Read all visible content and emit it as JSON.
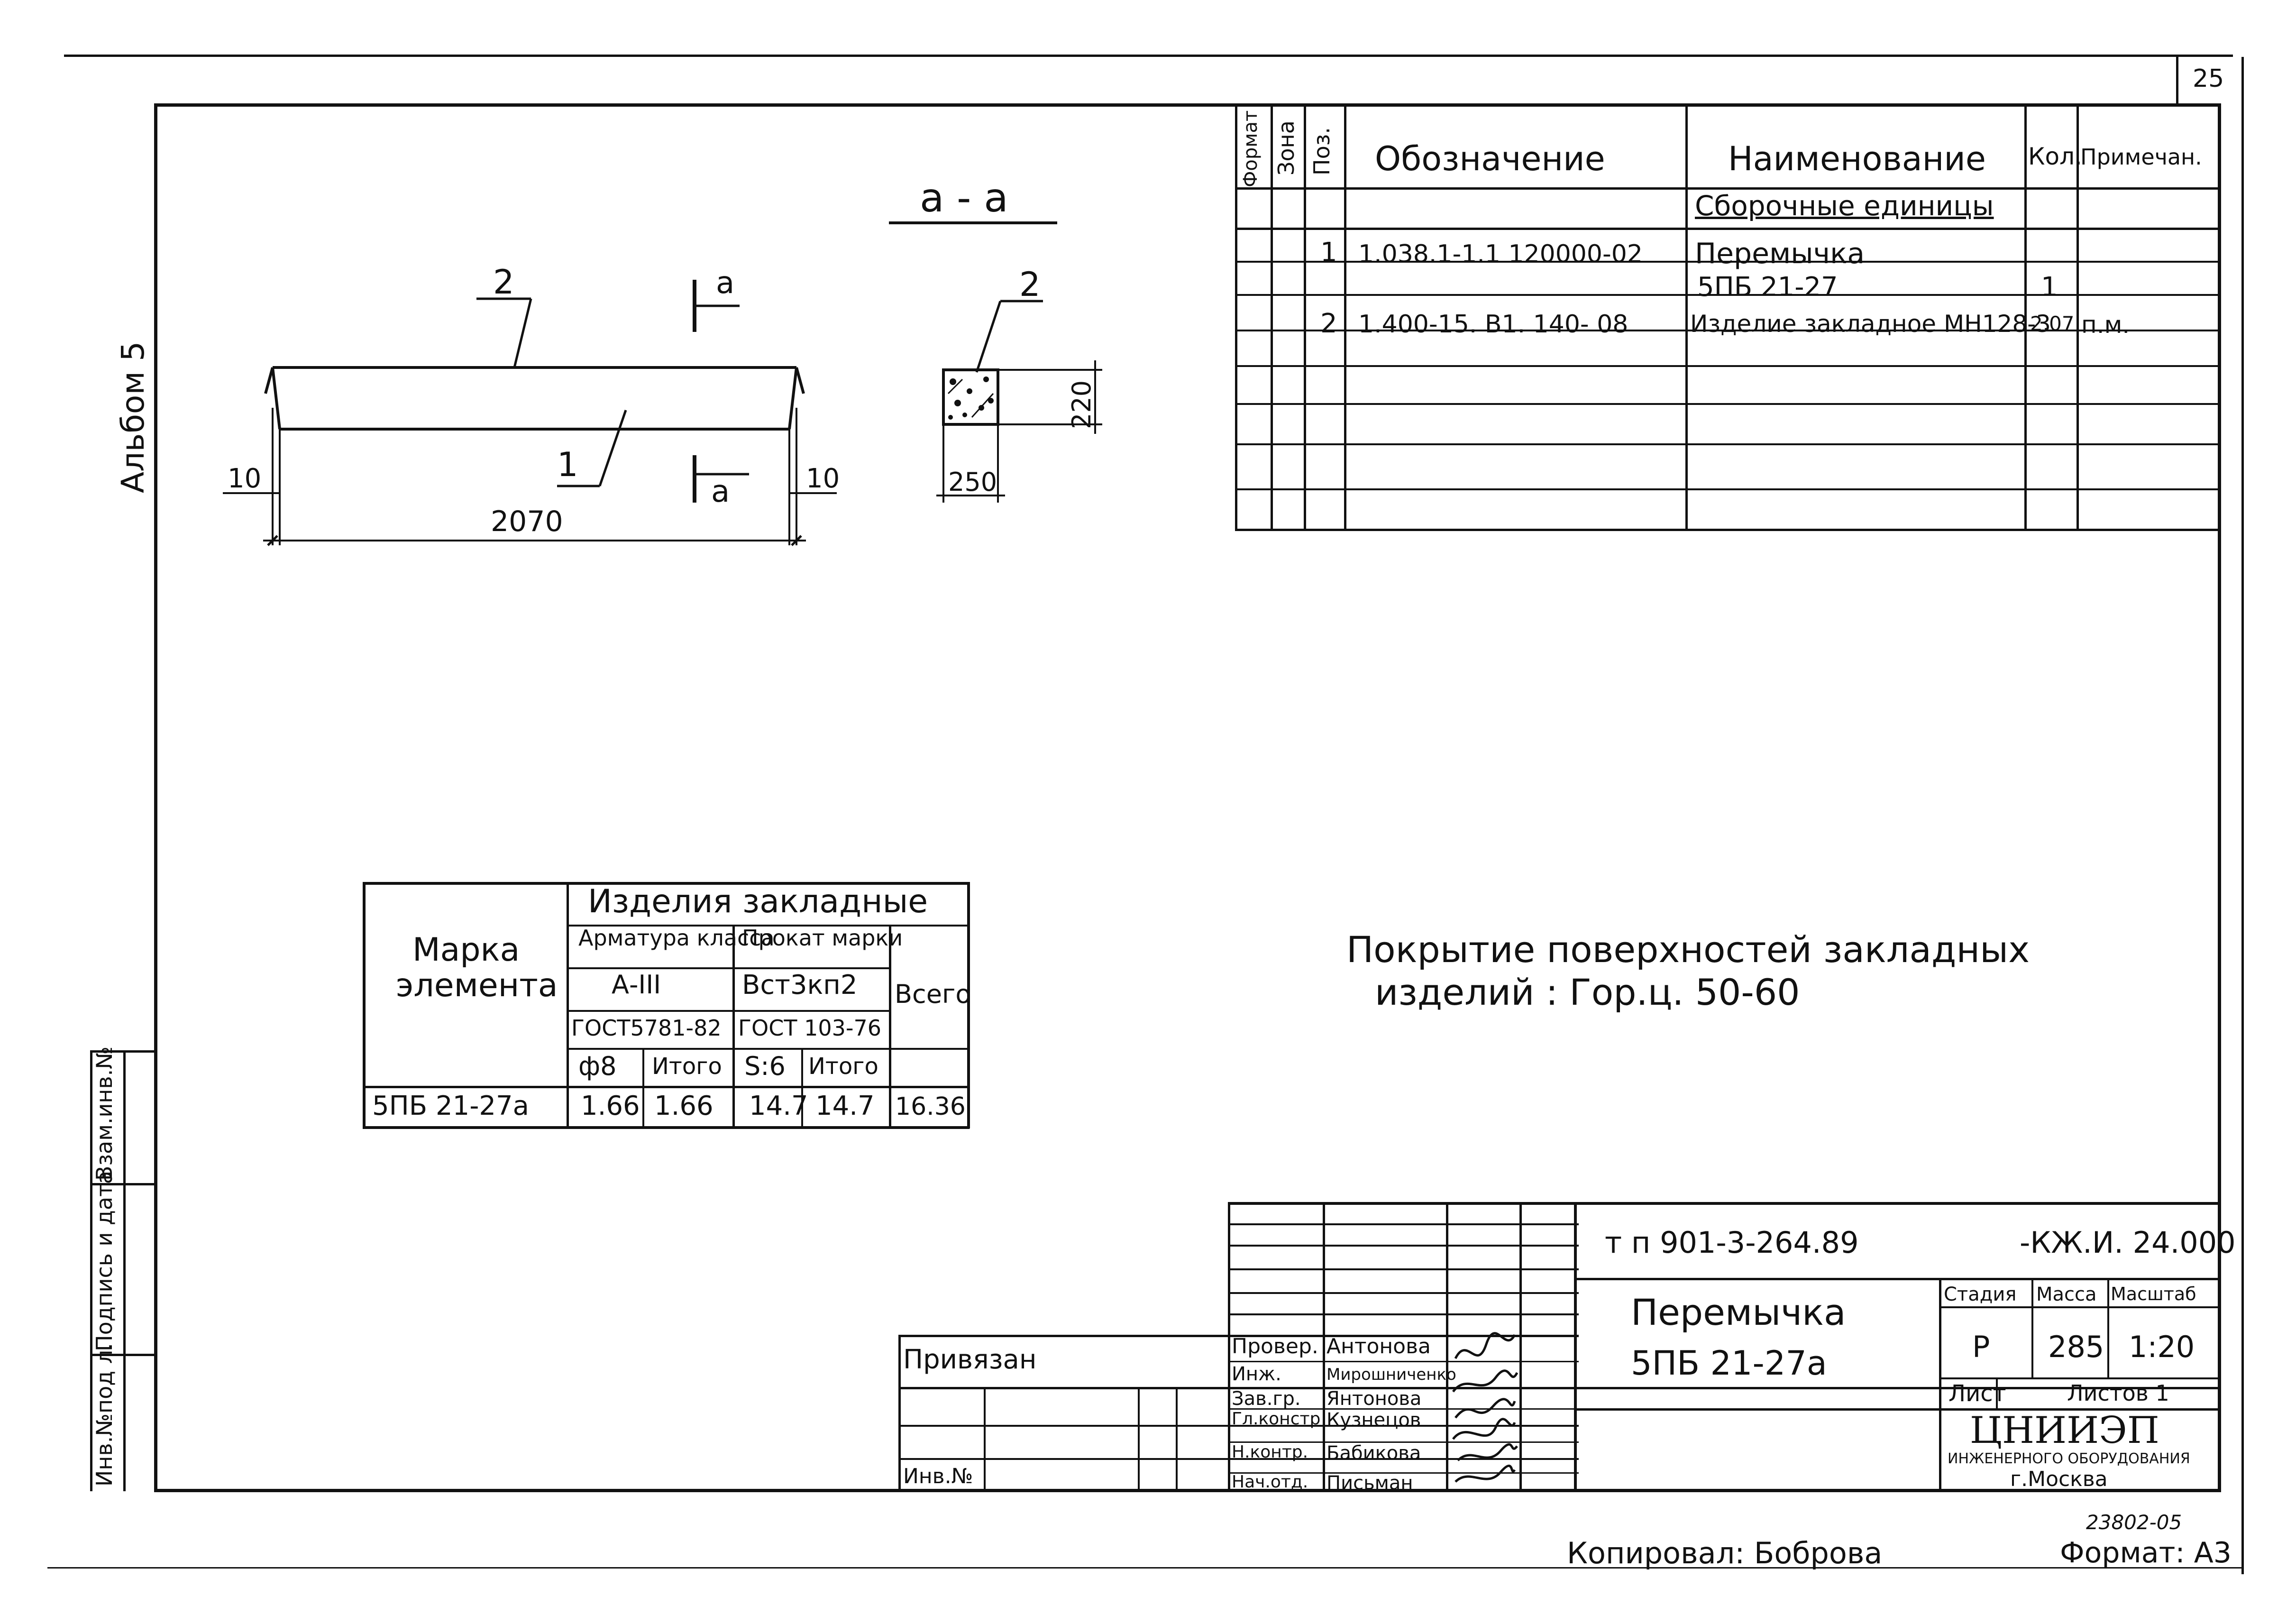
{
  "page_number": "25",
  "album_label": "Альбом 5",
  "section_label": "а - а",
  "drawing": {
    "callout_1": "1",
    "callout_2": "2",
    "callout_2_section": "2",
    "cut_letter_top": "а",
    "cut_letter_bottom": "а",
    "dim_left": "10",
    "dim_right": "10",
    "dim_length": "2070",
    "dim_height": "220",
    "dim_width": "250"
  },
  "spec_table": {
    "headers": [
      "Формат",
      "Зона",
      "Поз.",
      "Обозначение",
      "Наименование",
      "Кол.",
      "Примечан."
    ],
    "section_title": "Сборочные единицы",
    "rows": [
      {
        "pos": "1",
        "designation": "1.038.1-1.1  120000-02",
        "name": "Перемычка",
        "qty": "",
        "note": ""
      },
      {
        "pos": "",
        "designation": "",
        "name": "5ПБ 21-27",
        "qty": "1",
        "note": ""
      },
      {
        "pos": "2",
        "designation": "1.400-15. В1. 140- 08",
        "name": "Изделие закладное МН128-3",
        "qty": "2.07",
        "note": "п.м."
      }
    ]
  },
  "embedded_table": {
    "mark_header": "Марка элемента",
    "group_title": "Изделия закладные",
    "rebar_header": "Арматура класса",
    "rolled_header": "Прокат марки",
    "rebar_class": "А-III",
    "rolled_grade": "Вст3кп2",
    "total_header": "Всего",
    "gost_rebar": "ГОСТ5781-82",
    "gost_rolled": "ГОСТ 103-76",
    "sub_headers": [
      "ф8",
      "Итого",
      "S:6",
      "Итого"
    ],
    "row": {
      "mark": "5ПБ 21-27а",
      "v1": "1.66",
      "v2": "1.66",
      "v3": "14.7",
      "v4": "14.7",
      "total": "16.36"
    }
  },
  "coating_note": {
    "line1": "Покрытие поверхностей закладных",
    "line2": "изделий : Гор.ц. 50-60"
  },
  "side_stamp": {
    "inv_orig": "Инв.№под л.",
    "sign_date": "Подпись и дата",
    "replace_inv": "Взам.инв.№"
  },
  "title_block": {
    "doc_code_left": "т п  901-3-264.89",
    "doc_code_right": "-КЖ.И. 24.000",
    "title_line1": "Перемычка",
    "title_line2": "5ПБ 21-27а",
    "stage_label": "Стадия",
    "mass_label": "Масса",
    "scale_label": "Масштаб",
    "stage_value": "Р",
    "mass_value": "285",
    "scale_value": "1:20",
    "sheet_label": "Лист",
    "sheets_label": "Листов 1",
    "org_name": "ЦНИИЭП",
    "org_line2": "ИНЖЕНЕРНОГО ОБОРУДОВАНИЯ",
    "org_city": "г.Москва",
    "bound_label": "Привязан",
    "inv_label": "Инв.№",
    "roles": [
      {
        "role": "Провер.",
        "name": "Антонова"
      },
      {
        "role": "Инж.",
        "name": "Мирошниченко"
      },
      {
        "role": "Зав.гр.",
        "name": "Янтонова"
      },
      {
        "role": "Гл.констр",
        "name": "Кузнецов"
      },
      {
        "role": "Н.контр.",
        "name": "Бабикова"
      },
      {
        "role": "Нач.отд.",
        "name": "Письман"
      }
    ]
  },
  "footer": {
    "copied_by": "Копировал: Боброва",
    "stamp_number": "23802-05",
    "format": "Формат: А3"
  }
}
